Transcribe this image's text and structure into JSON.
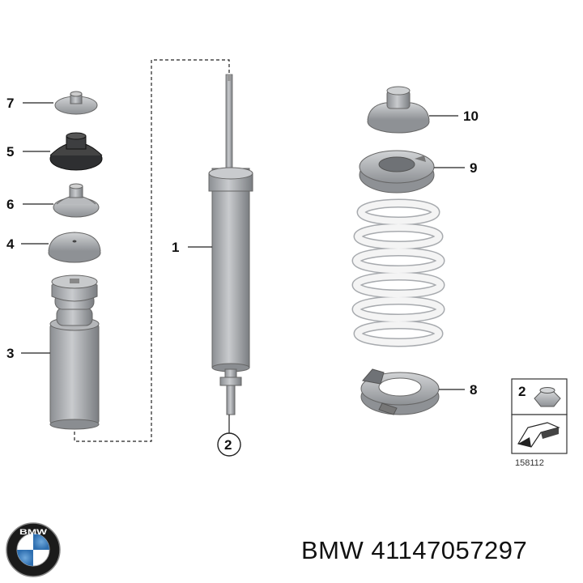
{
  "callouts": {
    "c7": "7",
    "c5": "5",
    "c6": "6",
    "c4": "4",
    "c3": "3",
    "c1": "1",
    "c2": "2",
    "c10": "10",
    "c9": "9",
    "c8": "8"
  },
  "inset": {
    "number": "2",
    "ref": "158112"
  },
  "logo": {
    "letters": "BMW"
  },
  "caption": "BMW 41147057297",
  "colors": {
    "part": "#b4b6b9",
    "part_dark": "#7d8084",
    "rubber": "#3a3b3d",
    "line": "#222222"
  }
}
